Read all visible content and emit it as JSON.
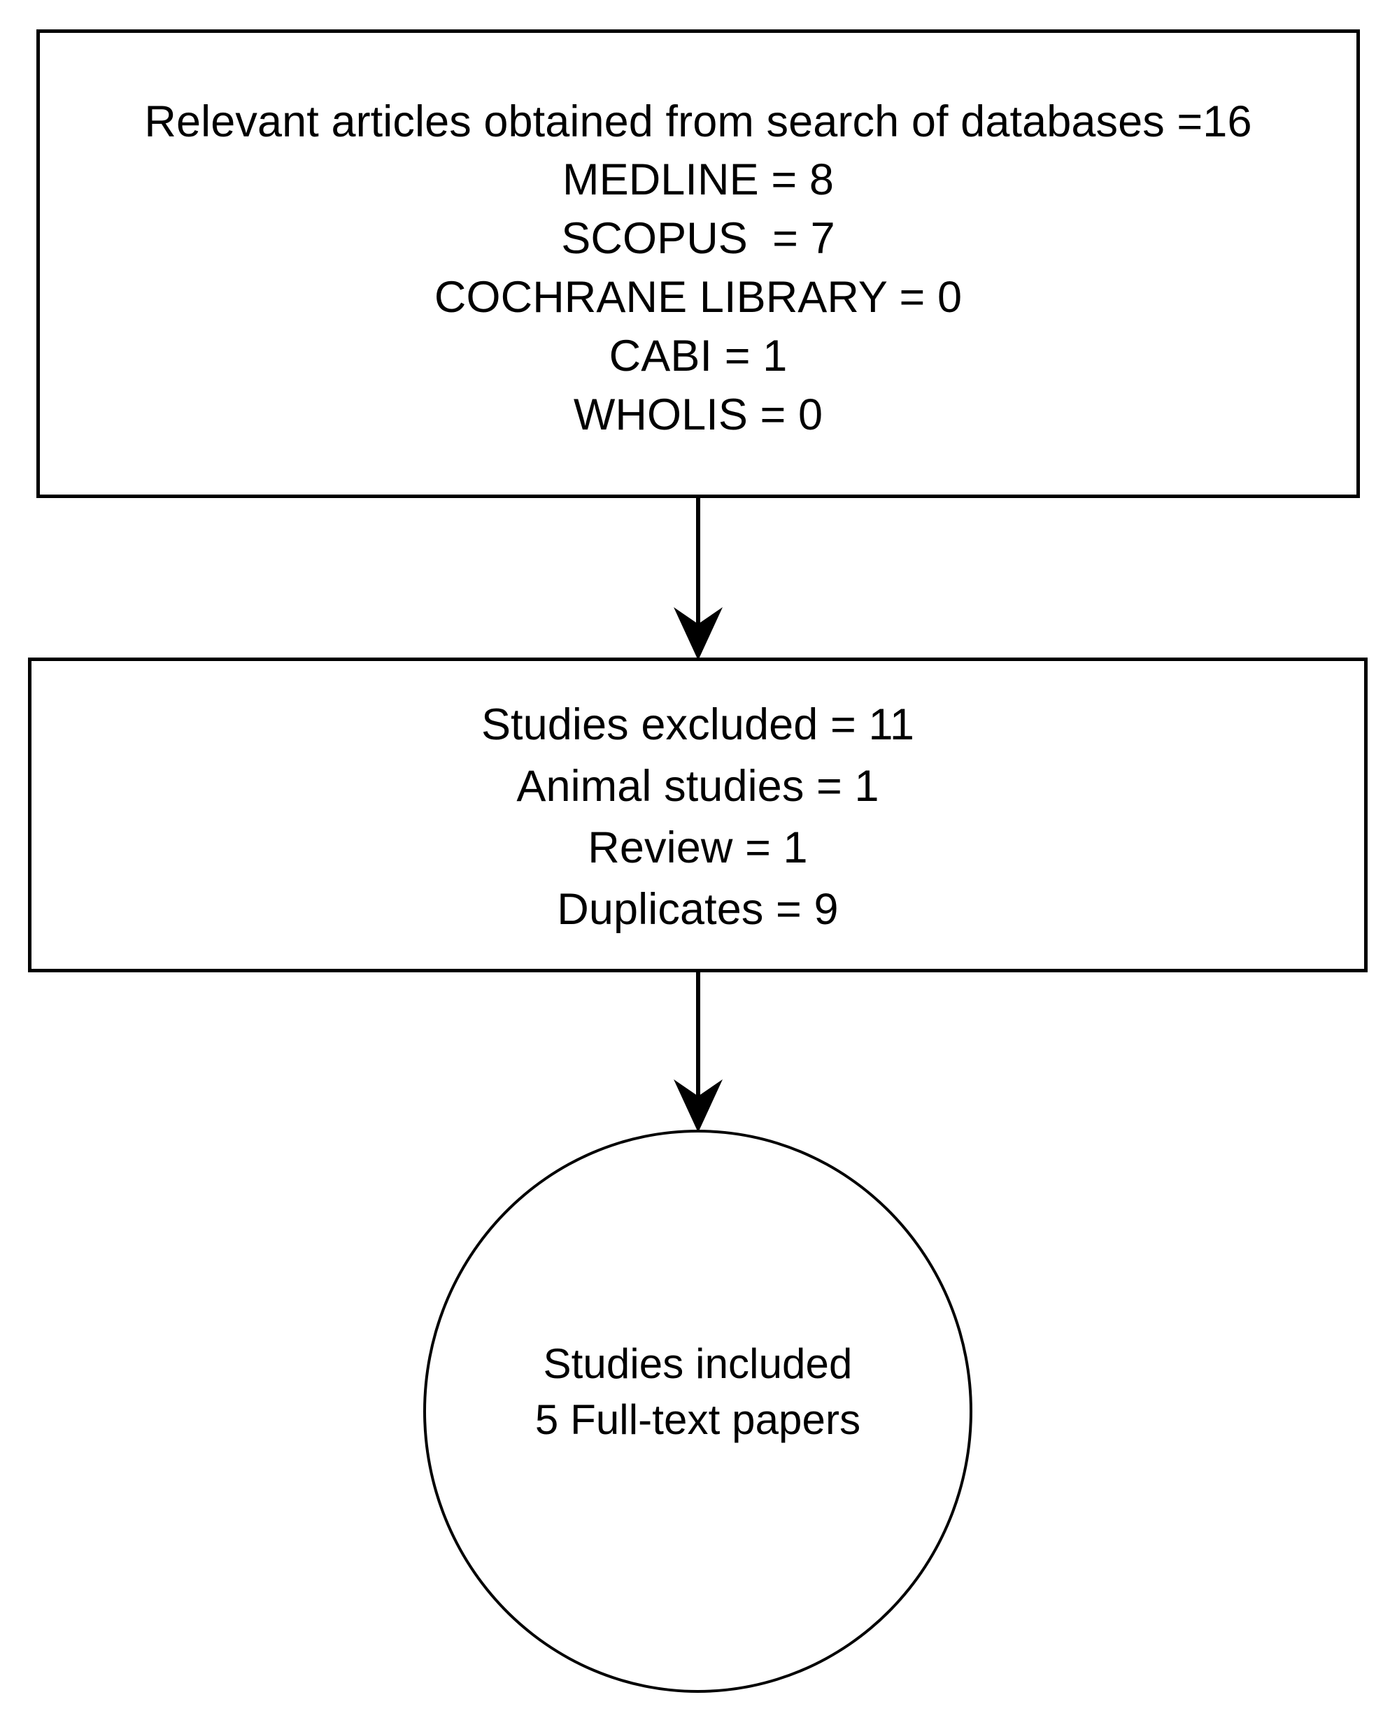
{
  "diagram": {
    "type": "prisma-flow-diagram",
    "orientation": "vertical",
    "background_color": "#ffffff",
    "stroke_color": "#000000",
    "text_color": "#000000"
  },
  "nodes": {
    "databases_box": {
      "shape": "rectangle",
      "lines": [
        "Relevant articles obtained from search of databases =16",
        "MEDLINE = 8",
        "SCOPUS  = 7",
        "COCHRANE LIBRARY = 0",
        "CABI = 1",
        "WHOLIS = 0"
      ],
      "total": 16,
      "sources": [
        {
          "name": "MEDLINE",
          "count": 8
        },
        {
          "name": "SCOPUS",
          "count": 7
        },
        {
          "name": "COCHRANE LIBRARY",
          "count": 0
        },
        {
          "name": "CABI",
          "count": 1
        },
        {
          "name": "WHOLIS",
          "count": 0
        }
      ]
    },
    "excluded_box": {
      "shape": "rectangle",
      "lines": [
        "Studies excluded = 11",
        "Animal studies = 1",
        "Review = 1",
        "Duplicates = 9"
      ],
      "total": 11,
      "reasons": [
        {
          "name": "Animal studies",
          "count": 1
        },
        {
          "name": "Review",
          "count": 1
        },
        {
          "name": "Duplicates",
          "count": 9
        }
      ]
    },
    "included_ellipse": {
      "shape": "ellipse",
      "lines": [
        "Studies included",
        "5 Full-text papers"
      ],
      "count": 5
    }
  },
  "connectors": [
    {
      "id": "arrow-1",
      "from": "databases_box",
      "to": "excluded_box",
      "direction": "down",
      "head": "filled-notched-triangle"
    },
    {
      "id": "arrow-2",
      "from": "excluded_box",
      "to": "included_ellipse",
      "direction": "down",
      "head": "filled-notched-triangle"
    }
  ]
}
